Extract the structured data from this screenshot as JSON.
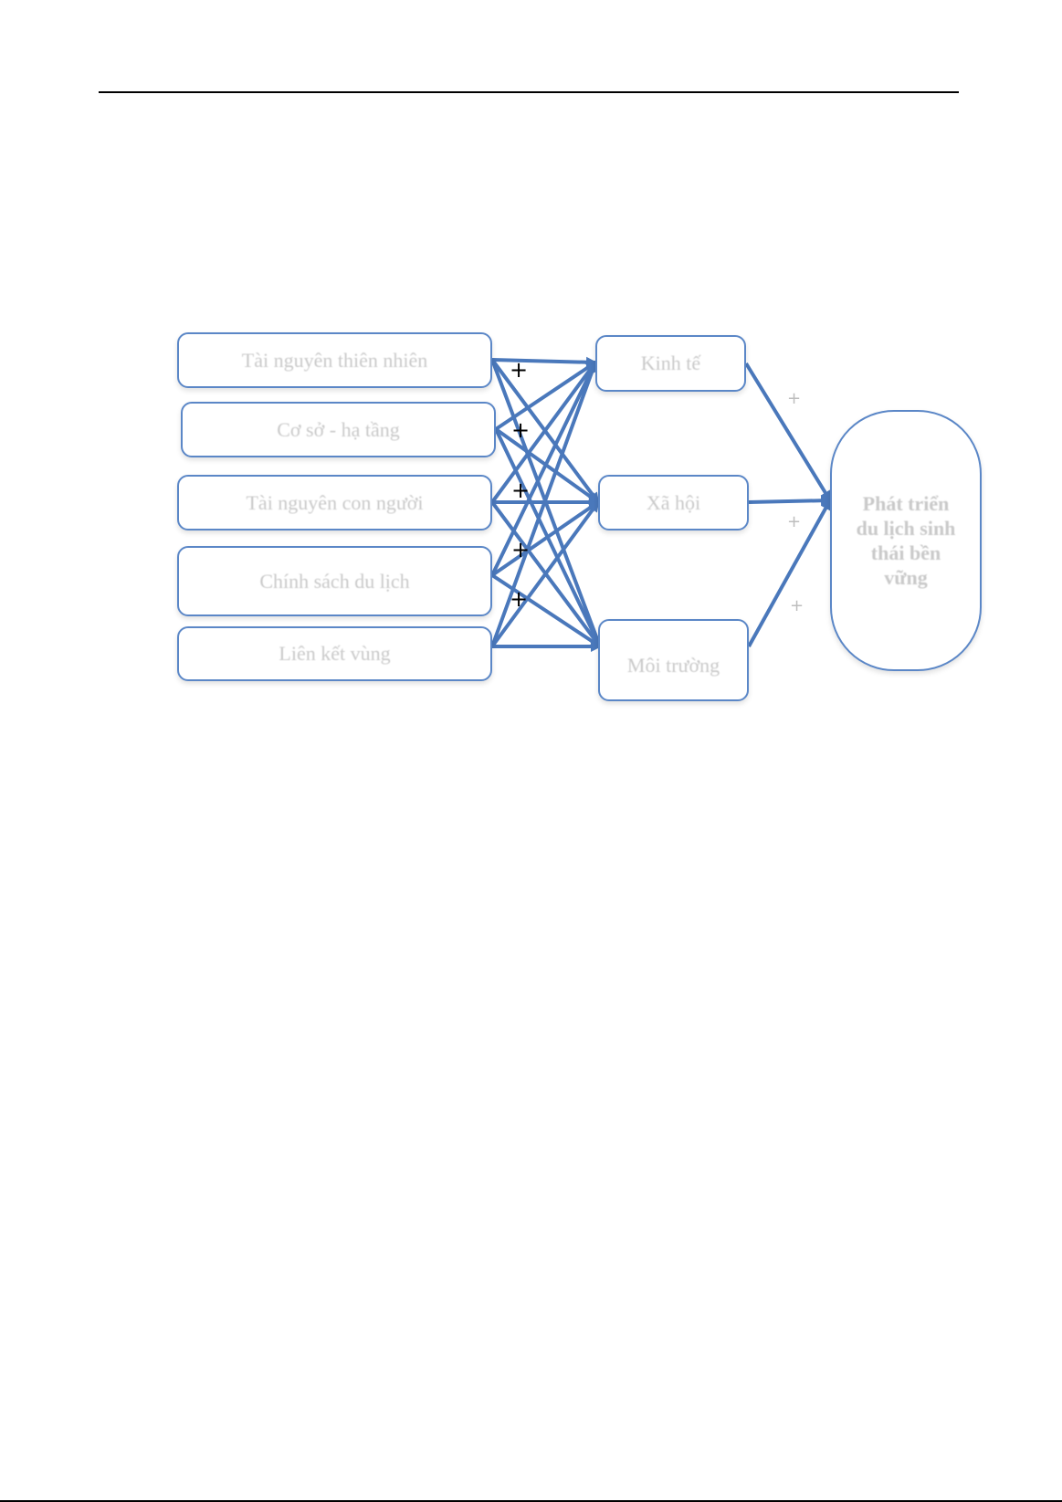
{
  "factors": [
    "Tài nguyên thiên nhiên",
    "Cơ sở - hạ tầng",
    "Tài nguyên con người",
    "Chính sách du lịch",
    "Liên kết vùng"
  ],
  "dimensions": [
    "Kinh tế",
    "Xã hội",
    "Môi trường"
  ],
  "goal": "Phát triển du lịch sinh thái bền vững",
  "plus_sign": "+",
  "colors": {
    "arrow": "#4a78bb",
    "box_border": "#5b87c7",
    "text": "#c9c9c9"
  }
}
